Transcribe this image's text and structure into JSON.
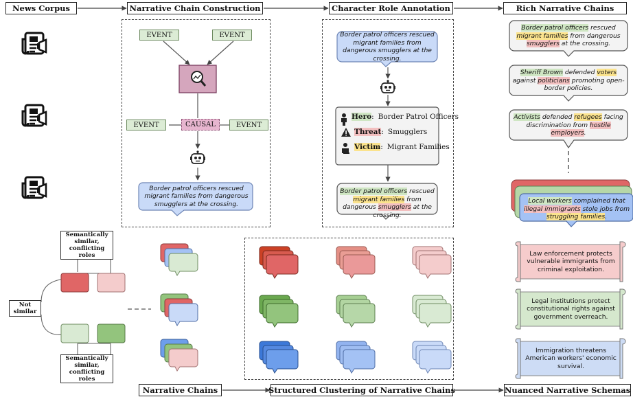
{
  "headers": {
    "news_corpus": "News Corpus",
    "chain_construction": "Narrative Chain Construction",
    "role_annotation": "Character Role Annotation",
    "rich_chains": "Rich Narrative Chains",
    "narrative_chains": "Narrative Chains",
    "structured_clustering": "Structured Clustering of Narrative Chains",
    "nuanced_schemas": "Nuanced Narrative Schemas"
  },
  "chain_construction": {
    "event_label": "EVENT",
    "causal_label": "CAUSAL",
    "output_text": "Border patrol officers rescued migrant families from dangerous smugglers at the crossing."
  },
  "role_annotation": {
    "input_text": "Border patrol officers rescued migrant families from dangerous smugglers at the crossing.",
    "roles": [
      {
        "role": "Hero",
        "value": "Border Patrol Officers"
      },
      {
        "role": "Threat",
        "value": "Smugglers"
      },
      {
        "role": "Victim",
        "value": "Migrant Families"
      }
    ],
    "output": {
      "hero": "Border patrol officers",
      "t1": " rescued ",
      "victim": "migrant families",
      "t2": " from dangerous ",
      "threat": "smugglers",
      "t3": " at the crossing."
    }
  },
  "rich_chains": [
    {
      "p0": "",
      "hero": "Border patrol officers",
      "p1": " rescued ",
      "victim": "migrant families",
      "p2": " from dangerous ",
      "threat": "smugglers",
      "p3": " at the crossing."
    },
    {
      "p0": "",
      "hero": "Sheriff Brown",
      "p1": " defended ",
      "victim": "voters",
      "p2": " against ",
      "threat": "politicians",
      "p3": " promoting open-border policies."
    },
    {
      "p0": "",
      "hero": "Activists",
      "p1": " defended ",
      "victim": "refugees",
      "p2": " facing discrimination from ",
      "threat": "hostile employers",
      "p3": "."
    }
  ],
  "stacked_chain": {
    "hero": "Local workers",
    "t1": " complained that ",
    "threat": "illegal immigrants",
    "t2": " stole jobs from ",
    "victim": "struggling families",
    "t3": "."
  },
  "tree": {
    "top": "Semantically similar, conflicting roles",
    "mid": "Not similar",
    "bottom": "Semantically similar, conflicting roles"
  },
  "schemas": [
    {
      "text": "Law enforcement protects vulnerable immigrants from criminal exploitation.",
      "color": "#f6cccc"
    },
    {
      "text": "Legal institutions protect constitutional rights against government overreach.",
      "color": "#d5e8cd"
    },
    {
      "text": "Immigration threatens American workers' economic survival.",
      "color": "#cddcf5"
    }
  ],
  "colors": {
    "red": "#e06666",
    "green": "#93c47d",
    "blue": "#6d9eeb",
    "event_fill": "#dcecd5",
    "causal_fill": "#e7b5cf",
    "bubble_blue": "#c9daf8"
  },
  "icons": [
    "newspaper-icon",
    "magnifier-icon",
    "robot-icon",
    "hero-icon",
    "warning-icon",
    "victim-icon"
  ]
}
